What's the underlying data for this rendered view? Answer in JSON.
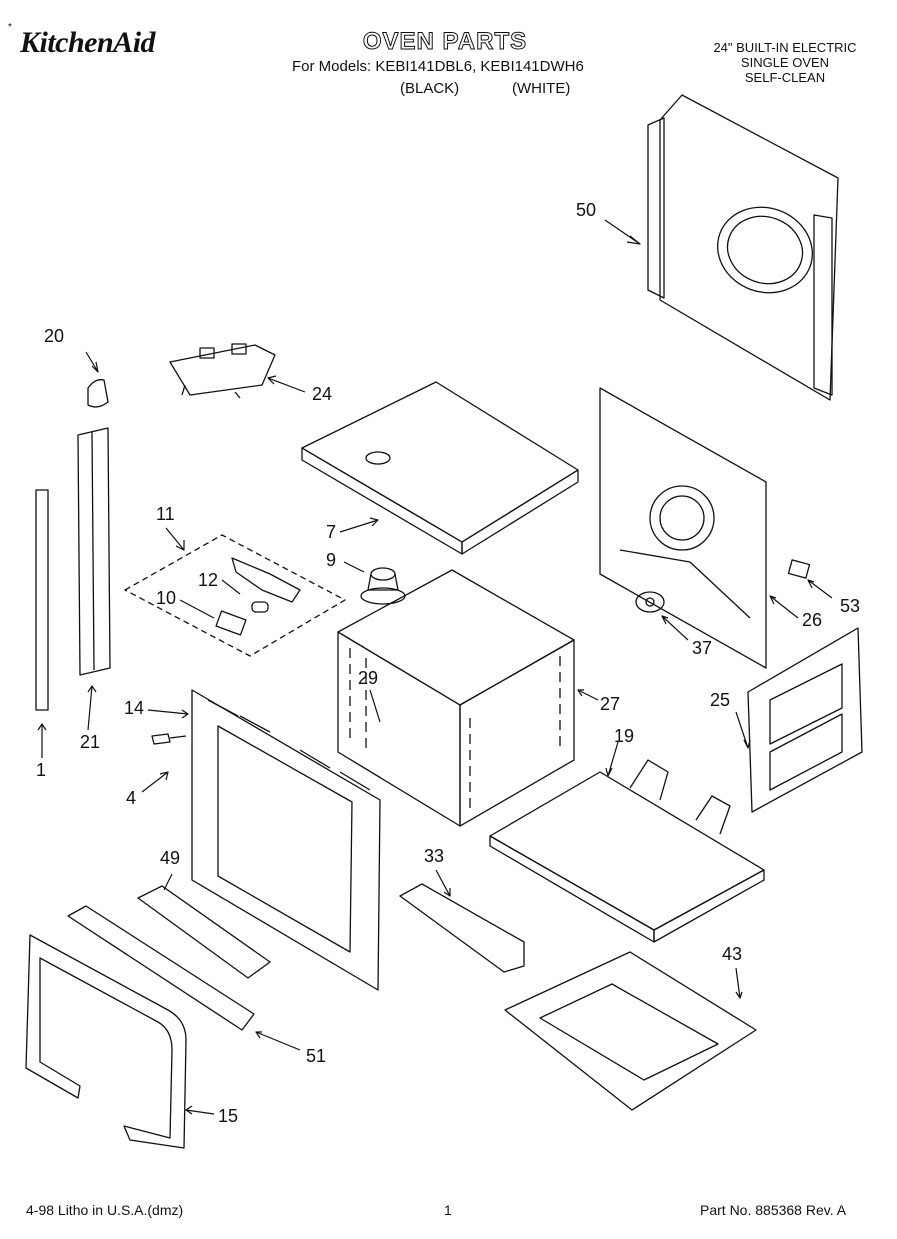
{
  "header": {
    "brand": "KitchenAid",
    "brand_mark": "*",
    "title": "OVEN PARTS",
    "models_line": "For Models: KEBI141DBL6, KEBI141DWH6",
    "variant_black": "(BLACK)",
    "variant_white": "(WHITE)",
    "spec_lines": [
      "24\" BUILT-IN ELECTRIC",
      "SINGLE OVEN",
      "SELF-CLEAN"
    ]
  },
  "callouts": {
    "c50": "50",
    "c20": "20",
    "c24": "24",
    "c7": "7",
    "c11": "11",
    "c9": "9",
    "c12": "12",
    "c10": "10",
    "c53": "53",
    "c26": "26",
    "c37": "37",
    "c29": "29",
    "c27": "27",
    "c14": "14",
    "c25": "25",
    "c19": "19",
    "c1": "1",
    "c21": "21",
    "c4": "4",
    "c49": "49",
    "c33": "33",
    "c43": "43",
    "c51": "51",
    "c15": "15"
  },
  "footer": {
    "left": "4-98 Litho in U.S.A.(dmz)",
    "page": "1",
    "right": "Part No. 885368 Rev. A"
  }
}
